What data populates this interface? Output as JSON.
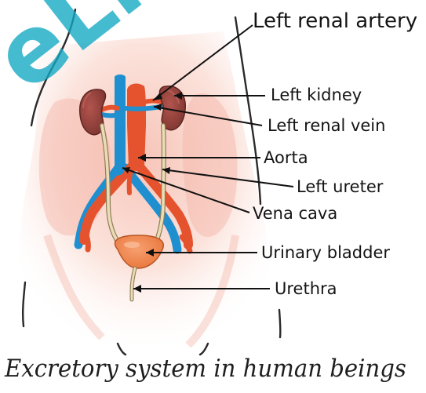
{
  "diagram": {
    "labels": {
      "left_renal_artery": "Left renal artery",
      "left_kidney": "Left kidney",
      "left_renal_vein": "Left renal vein",
      "aorta": "Aorta",
      "left_ureter": "Left ureter",
      "vena_cava": "Vena cava",
      "urinary_bladder": "Urinary bladder",
      "urethra": "Urethra"
    },
    "caption": "Excretory system in human beings",
    "watermark_text": "eLib",
    "colors": {
      "artery": "#e4532d",
      "vein": "#1f8fd0",
      "kidney": "#8f3f3a",
      "ureter": "#eadcb4",
      "bladder": "#ef8950",
      "skin": "#f7cfc4",
      "watermark": "#12a8c4"
    }
  }
}
